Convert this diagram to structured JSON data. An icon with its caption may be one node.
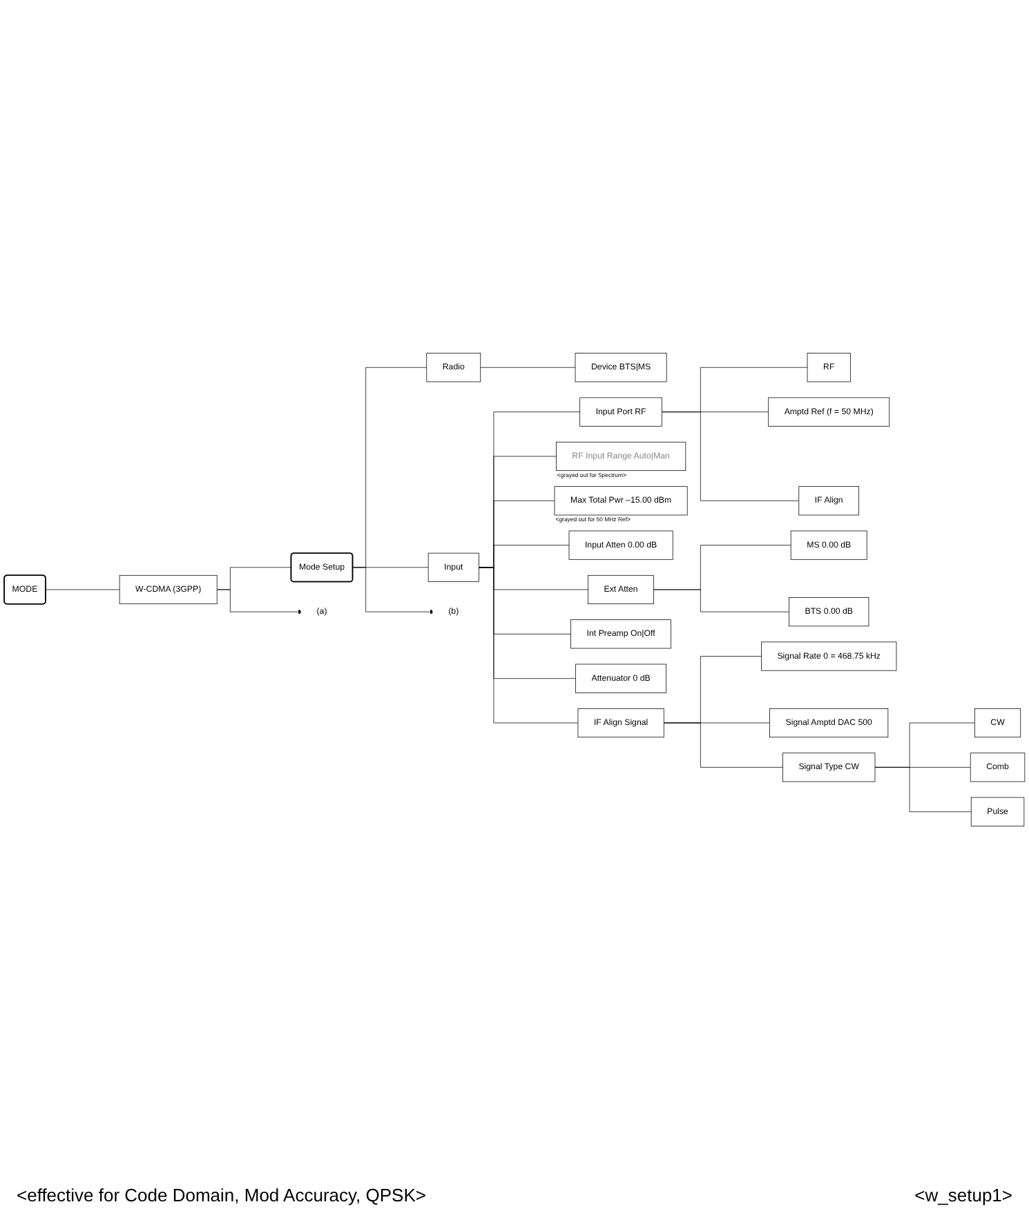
{
  "diagram": {
    "nodes": [
      {
        "text": [
          "MODE"
        ]
      },
      {
        "text": [
          "W-CDMA (3GPP)"
        ]
      },
      {
        "text": [
          "Mode Setup"
        ]
      },
      {
        "text": [
          "Radio"
        ]
      },
      {
        "text": [
          "Device BTS|MS"
        ]
      },
      {
        "text": [
          "Input"
        ]
      },
      {
        "text": [
          "Input Port RF"
        ]
      },
      {
        "text": [
          "RF"
        ]
      },
      {
        "text": [
          "Amptd Ref (f = 50 MHz)"
        ]
      },
      {
        "text": [
          "IF Align"
        ]
      },
      {
        "text": [
          "RF Input Range Auto|Man"
        ],
        "beside": [
          "<grayed out for Spectrum>"
        ]
      },
      {
        "text": [
          "Max Total Pwr –15.00 dBm"
        ],
        "beside": [
          "<grayed out for 50 MHz Ref>"
        ]
      },
      {
        "text": [
          "Input Atten 0.00 dB"
        ]
      },
      {
        "text": [
          "Ext Atten"
        ]
      },
      {
        "text": [
          "MS 0.00 dB"
        ]
      },
      {
        "text": [
          "BTS 0.00 dB"
        ]
      },
      {
        "text": [
          "Int Preamp On|Off"
        ]
      },
      {
        "text": [
          "Attenuator 0 dB"
        ]
      },
      {
        "text": [
          "IF Align Signal"
        ]
      },
      {
        "text": [
          "Signal Rate 0 = 468.75 kHz"
        ]
      },
      {
        "text": [
          "Signal Amptd DAC 500"
        ]
      },
      {
        "text": [
          "Signal Type CW"
        ]
      },
      {
        "text": [
          "CW"
        ]
      },
      {
        "text": [
          "Comb"
        ]
      },
      {
        "text": [
          "Pulse"
        ]
      },
      {
        "text": [
          "(a)"
        ]
      },
      {
        "text": [
          "(b)"
        ]
      }
    ],
    "edges": [
      {
        "from": 0,
        "to": 1,
        "arrow": "none"
      },
      {
        "from": 1,
        "to": 25,
        "arrow": "to"
      },
      {
        "from": 1,
        "to": 2,
        "arrow": "none"
      },
      {
        "from": 2,
        "to": 26,
        "arrow": "to"
      },
      {
        "from": 2,
        "to": 3,
        "arrow": "none"
      },
      {
        "from": 3,
        "to": 4,
        "arrow": "none"
      },
      {
        "from": 2,
        "to": 5,
        "arrow": "none"
      },
      {
        "from": 5,
        "to": 6,
        "arrow": "none"
      },
      {
        "from": 6,
        "to": 7,
        "arrow": "none"
      },
      {
        "from": 6,
        "to": 8,
        "arrow": "none"
      },
      {
        "from": 6,
        "to": 9,
        "arrow": "none"
      },
      {
        "from": 5,
        "to": 10,
        "arrow": "none"
      },
      {
        "from": 5,
        "to": 11,
        "arrow": "none"
      },
      {
        "from": 5,
        "to": 12,
        "arrow": "none"
      },
      {
        "from": 5,
        "to": 13,
        "arrow": "none"
      },
      {
        "from": 13,
        "to": 14,
        "arrow": "none"
      },
      {
        "from": 13,
        "to": 15,
        "arrow": "none"
      },
      {
        "from": 5,
        "to": 16,
        "arrow": "none"
      },
      {
        "from": 5,
        "to": 17,
        "arrow": "none"
      },
      {
        "from": 5,
        "to": 18,
        "arrow": "none"
      },
      {
        "from": 18,
        "to": 19,
        "arrow": "none"
      },
      {
        "from": 18,
        "to": 20,
        "arrow": "none"
      },
      {
        "from": 18,
        "to": 21,
        "arrow": "none"
      },
      {
        "from": 21,
        "to": 22,
        "arrow": "none"
      },
      {
        "from": 21,
        "to": 23,
        "arrow": "none"
      },
      {
        "from": 21,
        "to": 24,
        "arrow": "none"
      }
    ],
    "labels": [
      "<effective for Code Domain, Mod Accuracy, QPSK>",
      "<w_setup1>"
    ]
  }
}
